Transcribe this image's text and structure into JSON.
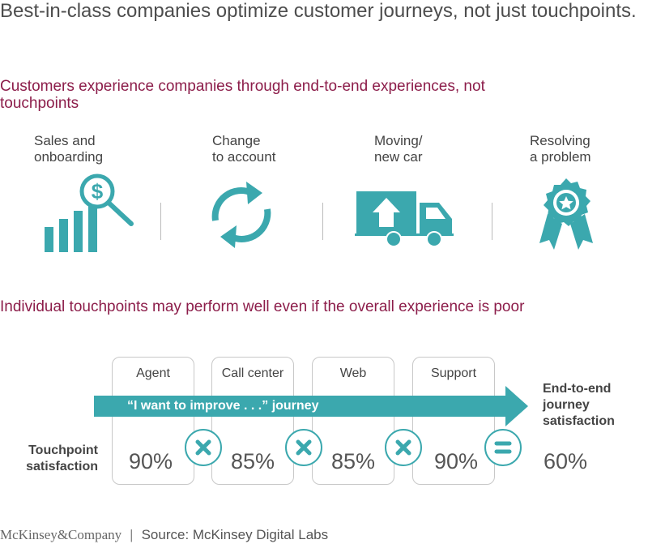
{
  "headline": "Best-in-class companies optimize customer journeys, not just touchpoints.",
  "section1": {
    "title": "Customers experience companies through end-to-end experiences, not touchpoints",
    "experiences": [
      {
        "line1": "Sales and",
        "line2": "onboarding",
        "icon": "bar-chart-dollar-magnifier-icon"
      },
      {
        "line1": "Change",
        "line2": "to account",
        "icon": "refresh-cycle-icon"
      },
      {
        "line1": "Moving/",
        "line2": "new car",
        "icon": "moving-truck-icon"
      },
      {
        "line1": "Resolving",
        "line2": "a problem",
        "icon": "award-ribbon-icon"
      }
    ]
  },
  "section2": {
    "title": "Individual touchpoints may perform well even if the overall experience is poor",
    "arrow_text": "“I want to improve . . .” journey",
    "row_label": "Touchpoint satisfaction",
    "touchpoints": [
      {
        "label": "Agent",
        "value": "90%"
      },
      {
        "label": "Call center",
        "value": "85%"
      },
      {
        "label": "Web",
        "value": "85%"
      },
      {
        "label": "Support",
        "value": "90%"
      }
    ],
    "operators": [
      "×",
      "×",
      "×",
      "="
    ],
    "result_label": "End-to-end journey satisfaction",
    "result_value": "60%"
  },
  "footer": {
    "logo": "McKinsey&Company",
    "separator": "|",
    "source": "Source: McKinsey Digital Labs"
  },
  "colors": {
    "teal": "#3ba8ae",
    "maroon": "#8c1d4a",
    "text": "#444444"
  }
}
